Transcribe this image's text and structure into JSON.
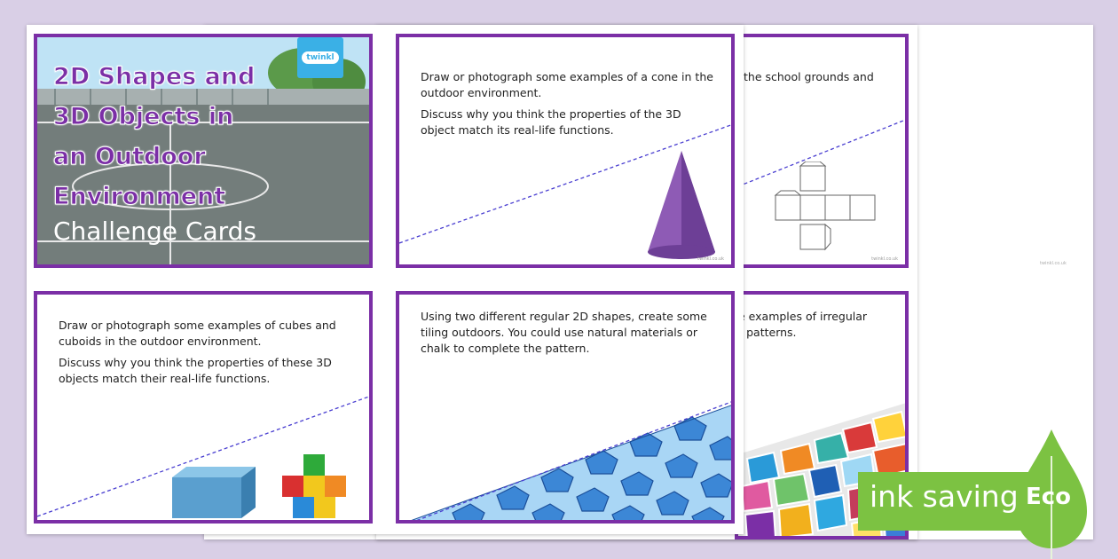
{
  "title_card": {
    "title_lines": [
      "2D Shapes and",
      "3D Objects in",
      "an Outdoor",
      "Environment"
    ],
    "subtitle": "Challenge Cards",
    "logo": "twinkl"
  },
  "cards": {
    "cone": {
      "text1": "Draw or photograph some examples of a cone in the outdoor environment.",
      "text2": "Discuss why you think the properties of the 3D object match its real-life functions.",
      "image": "cone-icon"
    },
    "net": {
      "text1": "the school grounds and",
      "image": "cube-net-icon"
    },
    "cubes": {
      "text1": "Draw or photograph some examples of cubes and cuboids in the outdoor environment.",
      "text2": "Discuss why you think the properties of these 3D objects match their real-life functions.",
      "image": "cuboid-and-cubes-icon"
    },
    "tiling": {
      "text1": "Using two different regular 2D shapes, create some tiling outdoors. You could use natural materials or chalk to complete the pattern.",
      "image": "tiling-pattern-icon"
    },
    "irregular": {
      "text1": "e examples of irregular",
      "text2": "r patterns.",
      "image": "mosaic-icon"
    }
  },
  "eco_badge": {
    "label": "ink saving",
    "word": "Eco",
    "color": "#7cc242"
  },
  "colors": {
    "card_border": "#7b2fa6",
    "background": "#d9cfe6"
  }
}
